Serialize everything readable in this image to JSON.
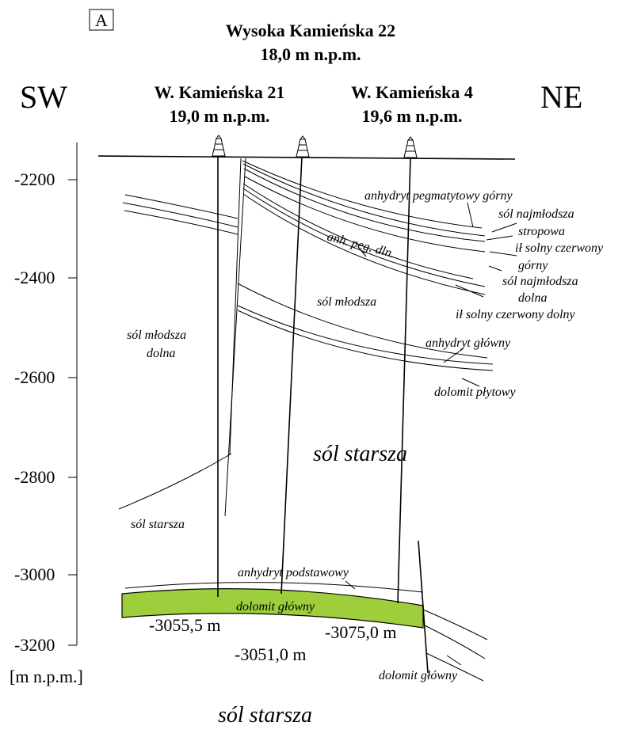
{
  "panel_letter": "A",
  "title": {
    "line1": "Wysoka Kamieńska 22",
    "line2": "18,0 m n.p.m."
  },
  "directions": {
    "left": "SW",
    "right": "NE"
  },
  "wells": [
    {
      "name": "W. Kamieńska 21",
      "elevation": "19,0 m n.p.m.",
      "depth_label": "-3055,5 m"
    },
    {
      "name": "Wysoka Kamieńska 22",
      "elevation": "18,0 m n.p.m.",
      "depth_label": "-3051,0 m"
    },
    {
      "name": "W. Kamieńska 4",
      "elevation": "19,6 m n.p.m.",
      "depth_label": "-3075,0 m"
    }
  ],
  "axis": {
    "ticks": [
      "-2200",
      "-2400",
      "-2600",
      "-2800",
      "-3000",
      "-3200"
    ],
    "unit": "[m n.p.m.]"
  },
  "layer_labels": {
    "anhydryt_pegmatytowy_gorny": "anhydryt pegmatytowy górny",
    "sol_najmlodsza": "sól najmłodsza",
    "stropowa": "stropowa",
    "il_solny_czerwony": "ił solny czerwony",
    "gorny": "górny",
    "anh_peg_dln": "anh. peg. dln.",
    "sol_najmlodsza_2": "sól najmłodsza",
    "dolna": "dolna",
    "il_solny_czerwony_dolny": "ił solny czerwony dolny",
    "sol_mlodsza": "sól młodsza",
    "sol_mlodsza_dolna_1": "sól młodsza",
    "sol_mlodsza_dolna_2": "dolna",
    "anhydryt_glowny": "anhydryt główny",
    "dolomit_plytowy": "dolomit płytowy",
    "sol_starsza_center": "sól starsza",
    "sol_starsza_left": "sól starsza",
    "anhydryt_podstawowy": "anhydryt podstawowy",
    "dolomit_glowny": "dolomit główny",
    "dolomit_glowny_right": "dolomit główny",
    "sol_starsza_bottom": "sól starsza"
  },
  "colors": {
    "dolomit_glowny_fill": "#9fce3c",
    "line": "#000000"
  }
}
